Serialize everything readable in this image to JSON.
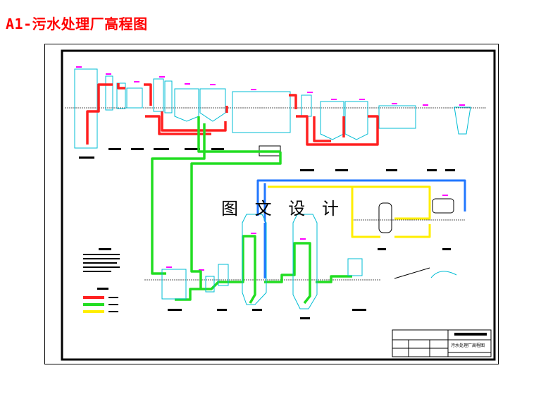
{
  "page_title": "A1-污水处理厂高程图",
  "watermark": "图 文 设 计",
  "title_block": {
    "drawing_name": "污水处理厂高程图"
  },
  "colors": {
    "title": "#ff0000",
    "sludge_line": "#ff2020",
    "water_line": "#22dd22",
    "gas_line": "#ffee00",
    "air_line": "#2277ff",
    "structure": "#00bcd4",
    "label": "#ff00ff"
  },
  "legend": {
    "lines": [
      {
        "color_key": "sludge_line"
      },
      {
        "color_key": "water_line"
      },
      {
        "color_key": "gas_line"
      }
    ]
  },
  "icons": [
    "process-tank",
    "digester",
    "gas-holder",
    "pipe",
    "ground-line"
  ]
}
